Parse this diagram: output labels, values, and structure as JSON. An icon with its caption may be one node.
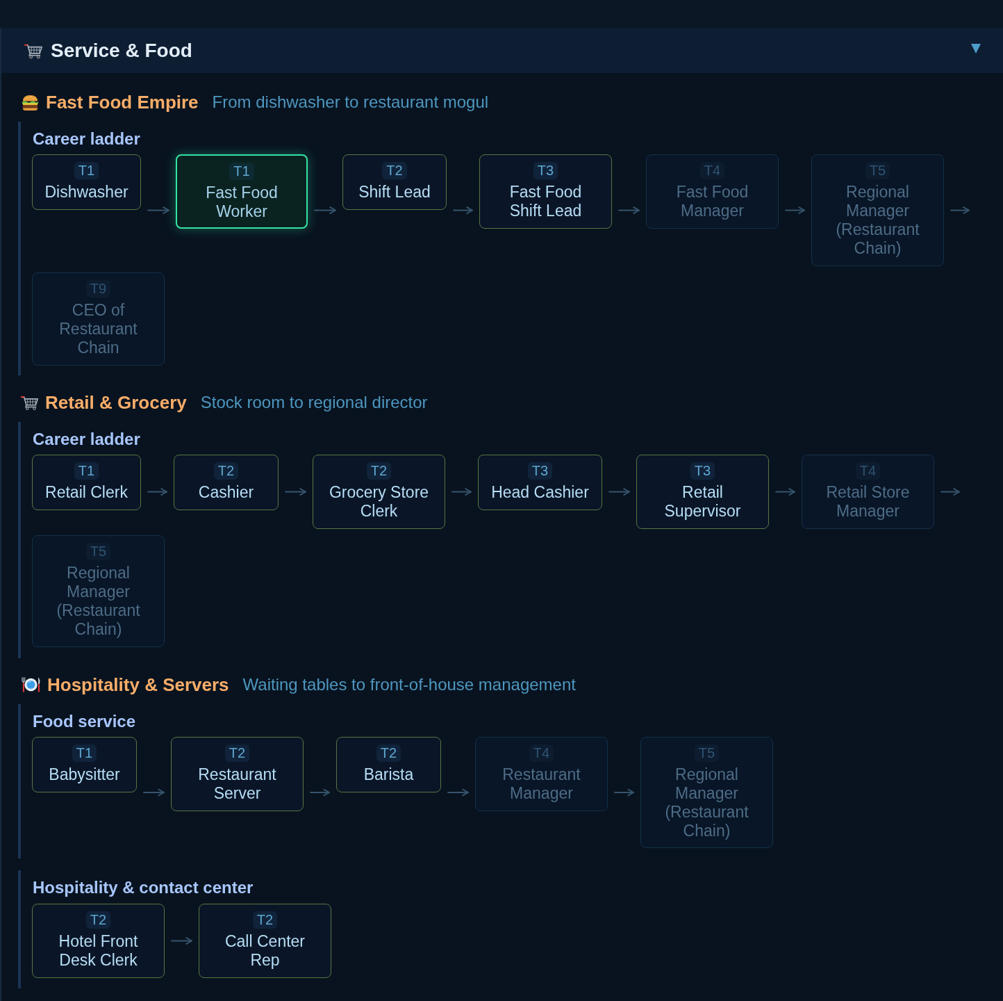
{
  "diagram": {
    "title": "Service & Food",
    "nodes": [
      {
        "text": [
          "Career ladder"
        ]
      },
      {
        "text": [
          "T1",
          "Dishwasher"
        ],
        "in": 0
      },
      {
        "text": [
          "T1",
          "Fast Food Worker"
        ],
        "in": 0
      },
      {
        "text": [
          "T2",
          "Shift Lead"
        ],
        "in": 0
      },
      {
        "text": [
          "T3",
          "Fast Food Shift Lead"
        ],
        "in": 0
      },
      {
        "text": [
          "T4",
          "Fast Food Manager"
        ],
        "in": 0
      },
      {
        "text": [
          "T5",
          "Regional Manager (Restaurant Chain)"
        ],
        "in": 0
      },
      {
        "text": [
          "T9",
          "CEO of Restaurant Chain"
        ],
        "in": 0
      },
      {
        "text": [
          "Career ladder"
        ]
      },
      {
        "text": [
          "T1",
          "Retail Clerk"
        ],
        "in": 8
      },
      {
        "text": [
          "T2",
          "Cashier"
        ],
        "in": 8
      },
      {
        "text": [
          "T2",
          "Grocery Store Clerk"
        ],
        "in": 8
      },
      {
        "text": [
          "T3",
          "Head Cashier"
        ],
        "in": 8
      },
      {
        "text": [
          "T3",
          "Retail Supervisor"
        ],
        "in": 8
      },
      {
        "text": [
          "T4",
          "Retail Store Manager"
        ],
        "in": 8
      },
      {
        "text": [
          "T5",
          "Regional Manager (Restaurant Chain)"
        ],
        "in": 8
      },
      {
        "text": [
          "Food service"
        ]
      },
      {
        "text": [
          "T1",
          "Babysitter"
        ],
        "in": 16
      },
      {
        "text": [
          "T2",
          "Restaurant Server"
        ],
        "in": 16
      },
      {
        "text": [
          "T2",
          "Barista"
        ],
        "in": 16
      },
      {
        "text": [
          "T4",
          "Restaurant Manager"
        ],
        "in": 16
      },
      {
        "text": [
          "T5",
          "Regional Manager (Restaurant Chain)"
        ],
        "in": 16
      },
      {
        "text": [
          "Hospitality & contact center"
        ]
      },
      {
        "text": [
          "T2",
          "Hotel Front Desk Clerk"
        ],
        "in": 22
      },
      {
        "text": [
          "T2",
          "Call Center Rep"
        ],
        "in": 22
      }
    ],
    "edges": [
      {
        "from": 1,
        "to": 2,
        "arrow": "to"
      },
      {
        "from": 2,
        "to": 3,
        "arrow": "to"
      },
      {
        "from": 3,
        "to": 4,
        "arrow": "to"
      },
      {
        "from": 4,
        "to": 5,
        "arrow": "to"
      },
      {
        "from": 5,
        "to": 6,
        "arrow": "to"
      },
      {
        "from": 6,
        "to": null,
        "arrow": "to"
      },
      {
        "from": 9,
        "to": 10,
        "arrow": "to"
      },
      {
        "from": 10,
        "to": 11,
        "arrow": "to"
      },
      {
        "from": 11,
        "to": 12,
        "arrow": "to"
      },
      {
        "from": 12,
        "to": 13,
        "arrow": "to"
      },
      {
        "from": 13,
        "to": 14,
        "arrow": "to"
      },
      {
        "from": 14,
        "to": null,
        "arrow": "to"
      },
      {
        "from": 17,
        "to": 18,
        "arrow": "to"
      },
      {
        "from": 18,
        "to": 19,
        "arrow": "to"
      },
      {
        "from": 19,
        "to": 20,
        "arrow": "to"
      },
      {
        "from": 20,
        "to": 21,
        "arrow": "to"
      },
      {
        "from": 23,
        "to": 24,
        "arrow": "to"
      }
    ],
    "labels": [
      "Fast Food Empire",
      "From dishwasher to restaurant mogul",
      "Retail & Grocery",
      "Stock room to regional director",
      "Hospitality & Servers",
      "Waiting tables to front-of-house management"
    ]
  }
}
